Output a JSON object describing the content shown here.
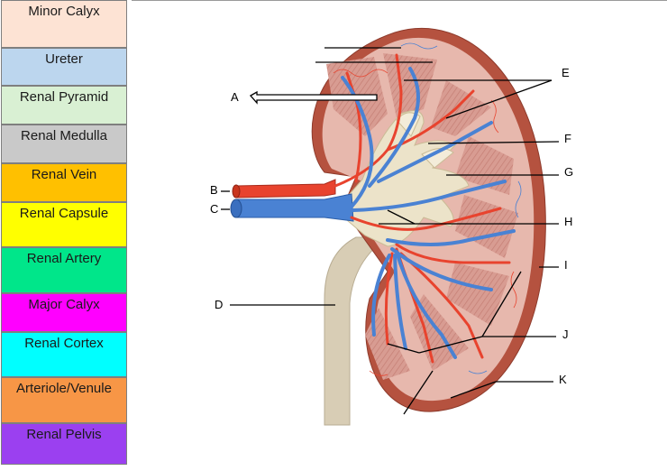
{
  "answer_bank": [
    {
      "label": "Minor Calyx",
      "color": "#fde3d4"
    },
    {
      "label": "Ureter",
      "color": "#bcd6ee"
    },
    {
      "label": "Renal Pyramid",
      "color": "#d9f0d3"
    },
    {
      "label": "Renal Medulla",
      "color": "#c9c9c9"
    },
    {
      "label": "Renal Vein",
      "color": "#ffc000"
    },
    {
      "label": "Renal Capsule",
      "color": "#ffff00"
    },
    {
      "label": "Renal Artery",
      "color": "#00e68a"
    },
    {
      "label": "Major Calyx",
      "color": "#ff00ff"
    },
    {
      "label": "Renal Cortex",
      "color": "#00ffff"
    },
    {
      "label": "Arteriole/Venule",
      "color": "#f79646"
    },
    {
      "label": "Renal Pelvis",
      "color": "#9b40f0"
    }
  ],
  "diagram": {
    "markers": [
      "A",
      "B",
      "C",
      "D",
      "E",
      "F",
      "G",
      "H",
      "I",
      "J",
      "K"
    ],
    "colors": {
      "capsule": "#b5523f",
      "cortex": "#e7b8ad",
      "pyramid": "#d99a90",
      "pelvis": "#ece3c9",
      "ureter": "#d8cdb5",
      "artery": "#e8432e",
      "vein": "#4a82d3"
    }
  }
}
